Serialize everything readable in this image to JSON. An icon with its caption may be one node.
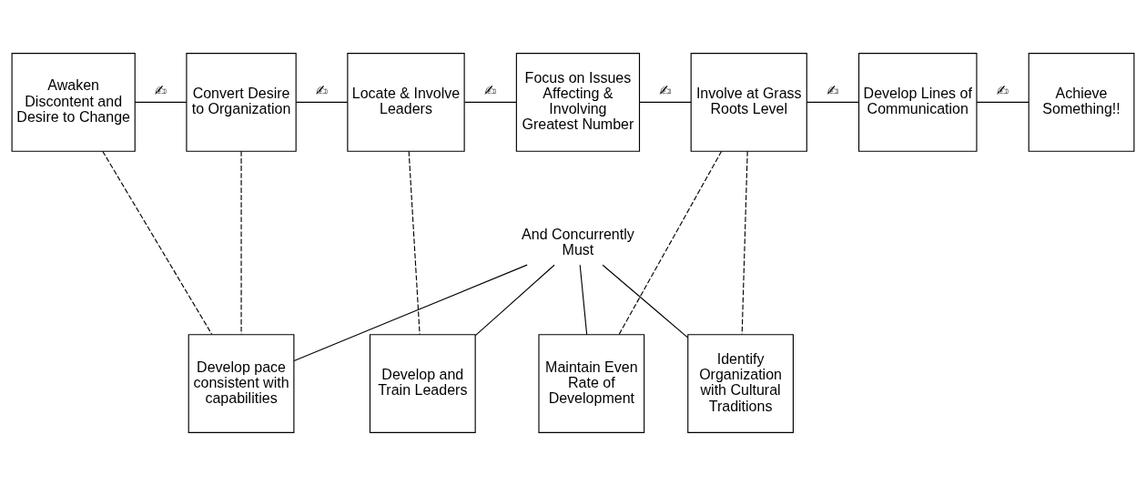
{
  "diagram": {
    "nodes": [
      {
        "text": [
          "Awaken Discontent and Desire to Change"
        ]
      },
      {
        "text": [
          "Convert Desire to Organization"
        ]
      },
      {
        "text": [
          "Locate & Involve Leaders"
        ]
      },
      {
        "text": [
          "Focus on Issues Affecting & Involving Greatest Number"
        ]
      },
      {
        "text": [
          "Involve at Grass Roots Level"
        ]
      },
      {
        "text": [
          "Develop Lines of Communication"
        ]
      },
      {
        "text": [
          "Achieve Something!!"
        ]
      },
      {
        "text": [
          "Develop pace consistent with capabilities"
        ]
      },
      {
        "text": [
          "Develop and Train Leaders"
        ]
      },
      {
        "text": [
          "Maintain Even Rate of Development"
        ]
      },
      {
        "text": [
          "Identify Organization with Cultural Traditions"
        ]
      },
      {
        "text": [
          "And Concurrently Must"
        ]
      }
    ],
    "edges": [
      {
        "from": 0,
        "to": 1,
        "arrow": "none",
        "label": "✍"
      },
      {
        "from": 1,
        "to": 2,
        "arrow": "none",
        "label": "✍"
      },
      {
        "from": 2,
        "to": 3,
        "arrow": "none",
        "label": "✍"
      },
      {
        "from": 3,
        "to": 4,
        "arrow": "none",
        "label": "✍"
      },
      {
        "from": 4,
        "to": 5,
        "arrow": "none",
        "label": "✍"
      },
      {
        "from": 5,
        "to": 6,
        "arrow": "none",
        "label": "✍"
      },
      {
        "from": 0,
        "to": 7,
        "arrow": "none",
        "style": "dashed"
      },
      {
        "from": 1,
        "to": 7,
        "arrow": "none",
        "style": "dashed"
      },
      {
        "from": 2,
        "to": 8,
        "arrow": "none",
        "style": "dashed"
      },
      {
        "from": 4,
        "to": 9,
        "arrow": "none",
        "style": "dashed"
      },
      {
        "from": 4,
        "to": 10,
        "arrow": "none",
        "style": "dashed"
      },
      {
        "from": 11,
        "to": 7,
        "arrow": "none"
      },
      {
        "from": 11,
        "to": 8,
        "arrow": "none"
      },
      {
        "from": 11,
        "to": 9,
        "arrow": "none"
      },
      {
        "from": 11,
        "to": 10,
        "arrow": "none"
      }
    ]
  }
}
